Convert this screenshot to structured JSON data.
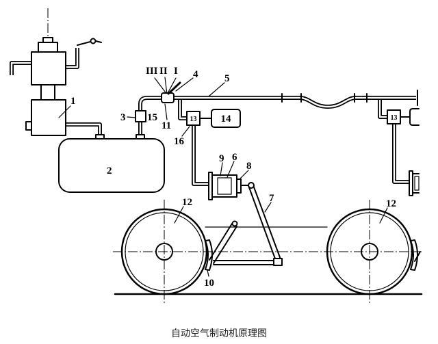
{
  "diagram": {
    "caption": "自动空气制动机原理图",
    "labels": {
      "n1": "1",
      "n2": "2",
      "n3": "3",
      "n4": "4",
      "n5": "5",
      "n6": "6",
      "n7": "7",
      "n8": "8",
      "n9": "9",
      "n10": "10",
      "n11": "11",
      "n12_left": "12",
      "n12_right": "12",
      "n13": "13",
      "n13_right": "13",
      "n14": "14",
      "n15": "15",
      "n16": "16",
      "pos_3": "III",
      "pos_2": "II",
      "pos_1": "I"
    }
  },
  "colors": {
    "ink": "#000000",
    "background": "#ffffff"
  }
}
